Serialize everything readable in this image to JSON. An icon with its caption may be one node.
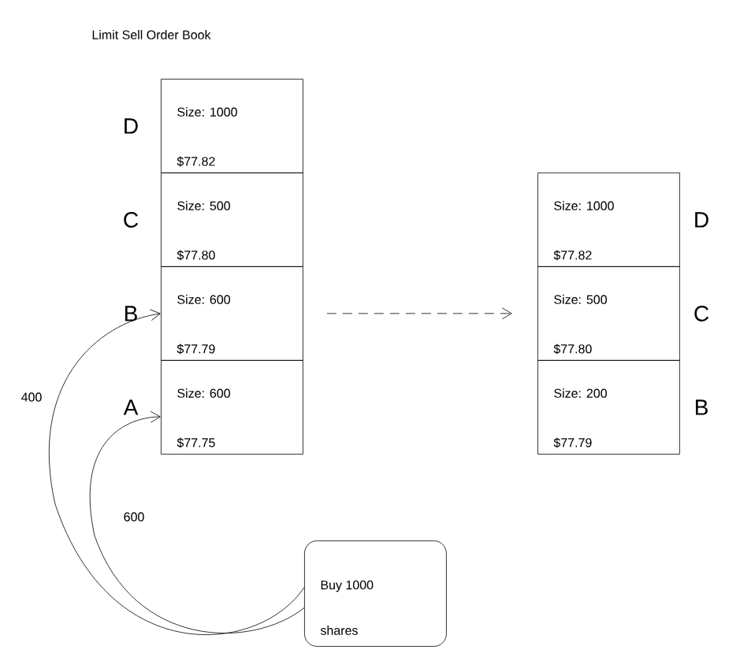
{
  "diagram": {
    "title": "Limit Sell Order Book",
    "nodes": [
      {
        "text": [
          "Size: 1000",
          "$77.82"
        ],
        "beside": [
          "D"
        ]
      },
      {
        "text": [
          "Size: 500",
          "$77.80"
        ],
        "beside": [
          "C"
        ]
      },
      {
        "text": [
          "Size: 600",
          "$77.79"
        ],
        "beside": [
          "B"
        ]
      },
      {
        "text": [
          "Size: 600",
          "$77.75"
        ],
        "beside": [
          "A"
        ]
      },
      {
        "text": [
          "Size: 1000",
          "$77.82"
        ],
        "beside": [
          "D"
        ]
      },
      {
        "text": [
          "Size: 500",
          "$77.80"
        ],
        "beside": [
          "C"
        ]
      },
      {
        "text": [
          "Size: 200",
          "$77.79"
        ],
        "beside": [
          "B"
        ]
      },
      {
        "text": [
          "Buy 1000",
          "shares"
        ]
      }
    ],
    "edges": [
      {
        "from": 7,
        "to": 2,
        "arrow": "to",
        "label": "400"
      },
      {
        "from": 7,
        "to": 3,
        "arrow": "to",
        "label": "600"
      },
      {
        "from": 2,
        "to": 5,
        "arrow": "to",
        "style": "dashed"
      }
    ]
  }
}
